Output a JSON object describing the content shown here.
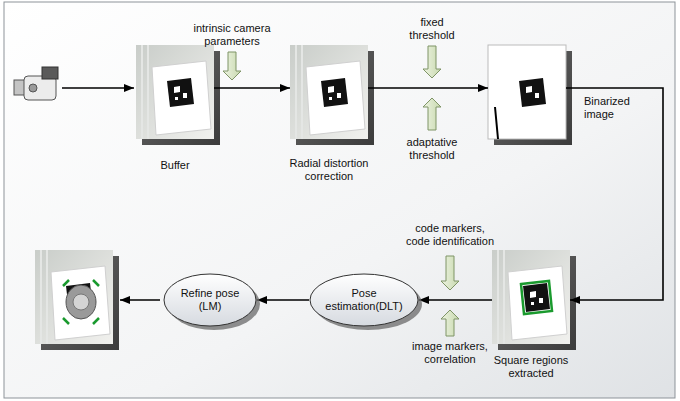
{
  "diagram": {
    "nodes": [
      {
        "text": [
          "Buffer"
        ]
      },
      {
        "text": [
          "Radial distortion correction"
        ]
      },
      {
        "text": [
          "Binarized image"
        ]
      },
      {
        "text": [
          "Square regions extracted"
        ]
      },
      {
        "text": [
          "Pose estimation(DLT)"
        ]
      },
      {
        "text": [
          "Refine pose (LM)"
        ]
      }
    ],
    "edges": [
      {
        "from": 0,
        "to": 1,
        "arrow": "to"
      },
      {
        "from": 1,
        "to": 2,
        "arrow": "to"
      },
      {
        "from": 2,
        "to": 3,
        "arrow": "to"
      },
      {
        "from": 3,
        "to": 4,
        "arrow": "to"
      },
      {
        "from": 4,
        "to": 5,
        "arrow": "to"
      }
    ],
    "labels": [
      "intrinsic camera parameters",
      "fixed threshold",
      "adaptative threshold",
      "code markers, code identification",
      "image markers, correlation"
    ]
  }
}
